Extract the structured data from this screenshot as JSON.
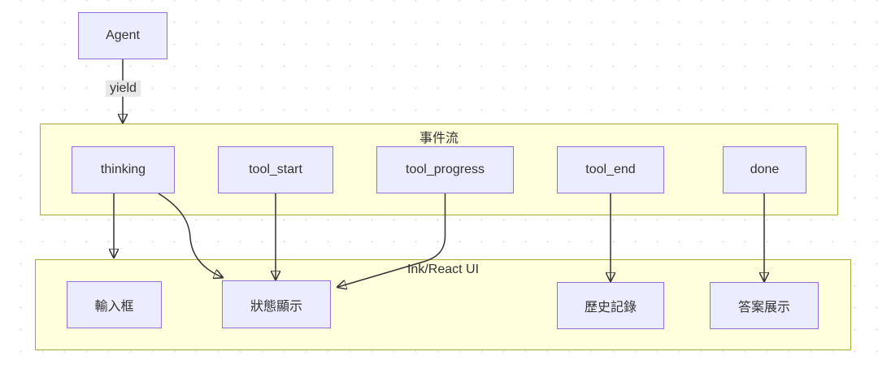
{
  "diagram": {
    "type": "flowchart",
    "agent_node": {
      "label": "Agent"
    },
    "yield_edge_label": "yield",
    "clusters": {
      "event_stream": {
        "title": "事件流"
      },
      "ui": {
        "title": "Ink/React UI"
      }
    },
    "event_nodes": [
      {
        "id": "thinking",
        "label": "thinking"
      },
      {
        "id": "tool_start",
        "label": "tool_start"
      },
      {
        "id": "tool_progress",
        "label": "tool_progress"
      },
      {
        "id": "tool_end",
        "label": "tool_end"
      },
      {
        "id": "done",
        "label": "done"
      }
    ],
    "ui_nodes": [
      {
        "id": "input_box",
        "label": "輸入框"
      },
      {
        "id": "status_display",
        "label": "狀態顯示"
      },
      {
        "id": "history_log",
        "label": "歷史記錄"
      },
      {
        "id": "answer_display",
        "label": "答案展示"
      }
    ],
    "edges": [
      {
        "from": "Agent",
        "to": "事件流",
        "label": "yield"
      },
      {
        "from": "thinking",
        "to": "Ink/React UI",
        "label": ""
      },
      {
        "from": "thinking",
        "to": "狀態顯示",
        "label": ""
      },
      {
        "from": "tool_start",
        "to": "狀態顯示",
        "label": ""
      },
      {
        "from": "tool_progress",
        "to": "狀態顯示",
        "label": ""
      },
      {
        "from": "tool_end",
        "to": "歷史記錄",
        "label": ""
      },
      {
        "from": "done",
        "to": "答案展示",
        "label": ""
      }
    ],
    "colors": {
      "node_fill": "#ECECFF",
      "node_border": "#9370DB",
      "cluster_fill": "#FFFFDE",
      "cluster_border": "#AAAA33",
      "edge_stroke": "#333333",
      "edge_label_bg": "#E8E8E8",
      "text": "#333333",
      "background_dots": "#E4E4E8"
    }
  }
}
